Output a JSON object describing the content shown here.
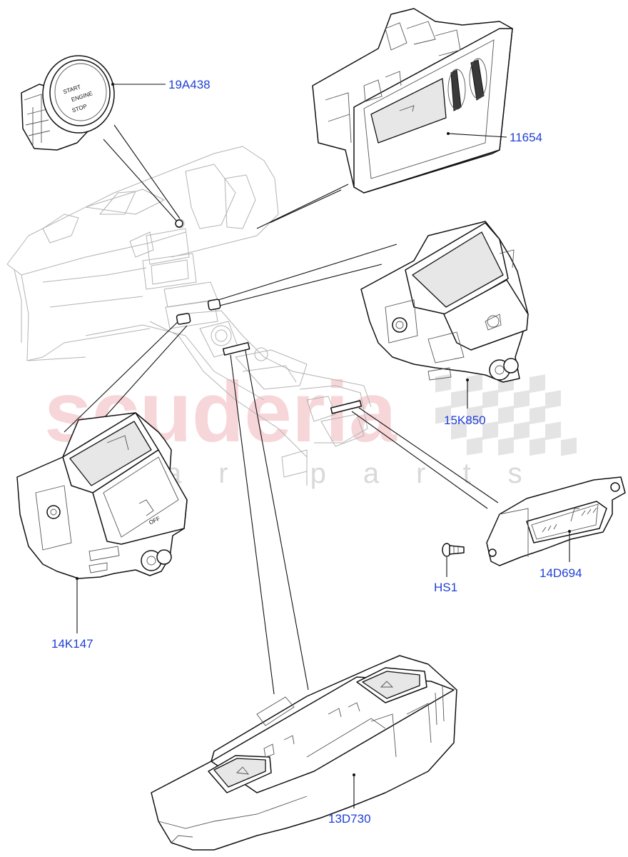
{
  "watermark": {
    "brand": "scuderia",
    "sub": "car parts"
  },
  "button_text": {
    "start": "START",
    "engine": "ENGINE",
    "stop": "STOP",
    "off": "OFF"
  },
  "callouts": [
    {
      "id": "19A438",
      "label": "19A438"
    },
    {
      "id": "11654",
      "label": "11654"
    },
    {
      "id": "15K850",
      "label": "15K850"
    },
    {
      "id": "14K147",
      "label": "14K147"
    },
    {
      "id": "14D694",
      "label": "14D694"
    },
    {
      "id": "HS1",
      "label": "HS1"
    },
    {
      "id": "13D730",
      "label": "13D730"
    }
  ],
  "colors": {
    "callout": "#1f3fd6",
    "line": "#111111",
    "watermark": "#f4c6c9"
  }
}
